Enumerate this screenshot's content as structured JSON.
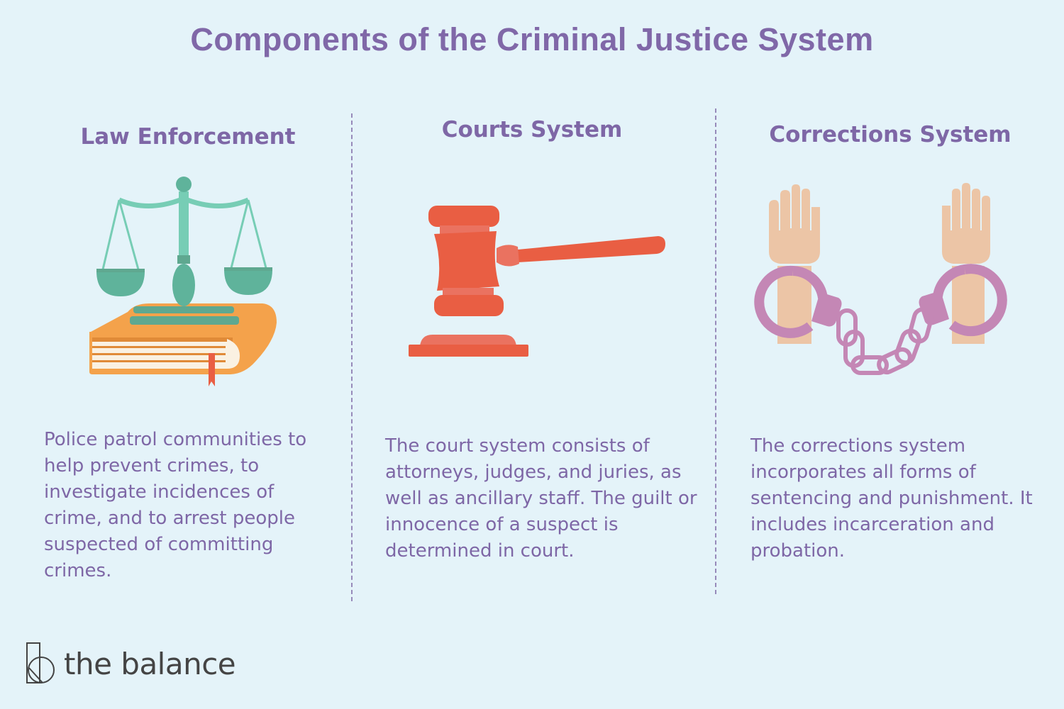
{
  "title": "Components of the Criminal Justice System",
  "columns": [
    {
      "heading": "Law Enforcement",
      "icon": "scales-of-justice-on-book-icon",
      "description": "Police patrol communities to help prevent crimes, to investigate incidences of crime, and to arrest people suspected of committing crimes."
    },
    {
      "heading": "Courts System",
      "icon": "gavel-icon",
      "description": "The court system consists of attorneys, judges, and juries, as well as ancillary staff. The guilt or innocence of a suspect is determined in court."
    },
    {
      "heading": "Corrections System",
      "icon": "handcuffed-hands-icon",
      "description": "The corrections system incorporates all forms of sentencing and punishment. It includes incarceration and probation."
    }
  ],
  "brand": {
    "name": "the balance"
  },
  "colors": {
    "background": "#e4f3f9",
    "title": "#8068a8",
    "scales": "#77cdb5",
    "scales_dark": "#5fb39b",
    "book": "#f4a24b",
    "gavel": "#e95e43",
    "gavel_light": "#ea7260",
    "handcuffs": "#c487b5",
    "skin": "#ecc5a6"
  }
}
